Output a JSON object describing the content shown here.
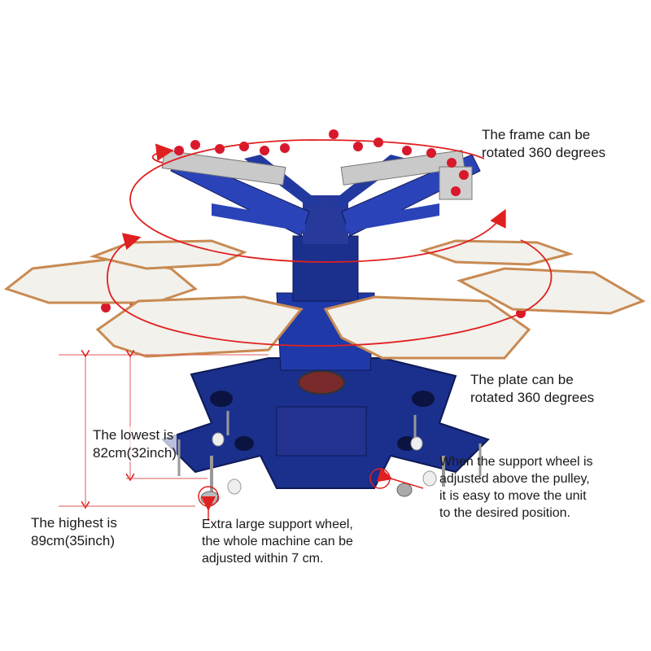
{
  "colors": {
    "machine_blue": "#1b2f8c",
    "annotation_red": "#e02020",
    "plate_white": "#f2f1ec",
    "plate_edge": "#c88a52",
    "clamp_red": "#d8182c",
    "dimension_line": "#e05a5a"
  },
  "annotations": {
    "frame_rotation": "The frame can be\nrotated 360 degrees",
    "plate_rotation": "The plate can be\nrotated 360 degrees",
    "lowest": "The lowest is\n82cm(32inch)",
    "highest": "The highest is\n89cm(35inch)",
    "support_wheel_large": "Extra large support wheel,\nthe whole machine can be\nadjusted within 7 cm.",
    "support_wheel_pulley": "When the support wheel is\nadjusted above the pulley,\nit is easy to move the unit\nto the desired position."
  }
}
